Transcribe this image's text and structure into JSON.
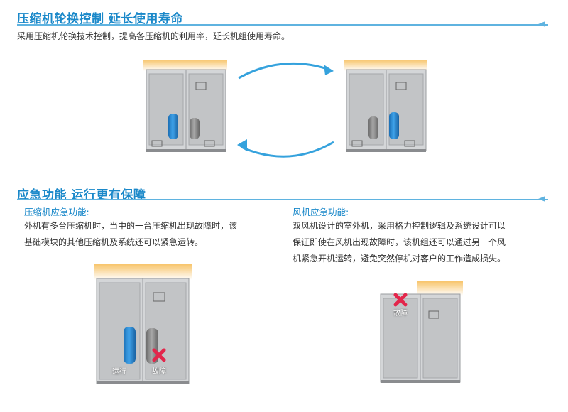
{
  "colors": {
    "accent": "#1a88c9",
    "rule": "#5fb3e0",
    "text": "#333333",
    "arrow": "#35a2dd",
    "warm_light": "#f7c264",
    "fault": "#e3264b",
    "cylinder_blue": "#2f8ed6",
    "cylinder_gray": "#8c8c8c"
  },
  "section1": {
    "heading": "压缩机轮换控制  延长使用寿命",
    "description": "采用压缩机轮换技术控制，提高各压缩机的利用率，延长机组使用寿命。"
  },
  "section2": {
    "heading": "应急功能  运行更有保障",
    "compressor": {
      "subheading": "压缩机应急功能:",
      "lines": [
        "外机有多台压缩机时，当中的一台压缩机出现故障时，该",
        "基础模块的其他压缩机及系统还可以紧急运转。"
      ],
      "label_running": "运行",
      "label_fault": "故障"
    },
    "fan": {
      "subheading": "风机应急功能:",
      "lines": [
        "双风机设计的室外机，采用格力控制逻辑及系统设计可以",
        "保证即使在风机出现故障时，该机组还可以通过另一个风",
        "机紧急开机运转，避免突然停机对客户的工作造成损失。"
      ],
      "label_fault": "故障"
    }
  },
  "icons": {
    "rotation_arrows": "cycle-arrows-icon",
    "fault_mark": "red-cross-icon"
  }
}
